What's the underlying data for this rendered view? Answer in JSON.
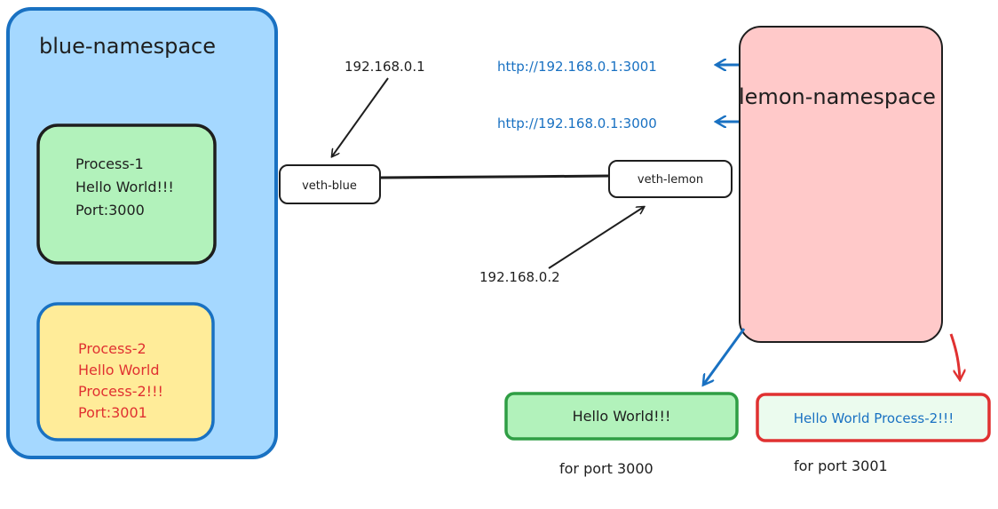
{
  "blue_namespace": {
    "title": "blue-namespace",
    "process1": {
      "lines": [
        "Process-1",
        "Hello World!!!",
        "Port:3000"
      ]
    },
    "process2": {
      "lines": [
        "Process-2",
        "Hello World",
        "Process-2!!!",
        "Port:3001"
      ]
    }
  },
  "veth_blue": {
    "label": "veth-blue",
    "ip": "192.168.0.1"
  },
  "veth_lemon": {
    "label": "veth-lemon",
    "ip": "192.168.0.2"
  },
  "lemon_namespace": {
    "title": "lemon-namespace",
    "url_3001": "http://192.168.0.1:3001",
    "url_3000": "http://192.168.0.1:3000"
  },
  "responses": {
    "port_3000": {
      "text": "Hello World!!!",
      "caption": "for port 3000"
    },
    "port_3001": {
      "text": "Hello World Process-2!!!",
      "caption": "for port 3001"
    }
  },
  "colors": {
    "blue_fill": "#a5d8ff",
    "blue_stroke": "#1971c2",
    "green_fill": "#b2f2bb",
    "green_stroke": "#2f9e44",
    "yellow_fill": "#ffec99",
    "red": "#e03131",
    "pink_fill": "#ffc9c9",
    "ink": "#1e1e1e"
  }
}
